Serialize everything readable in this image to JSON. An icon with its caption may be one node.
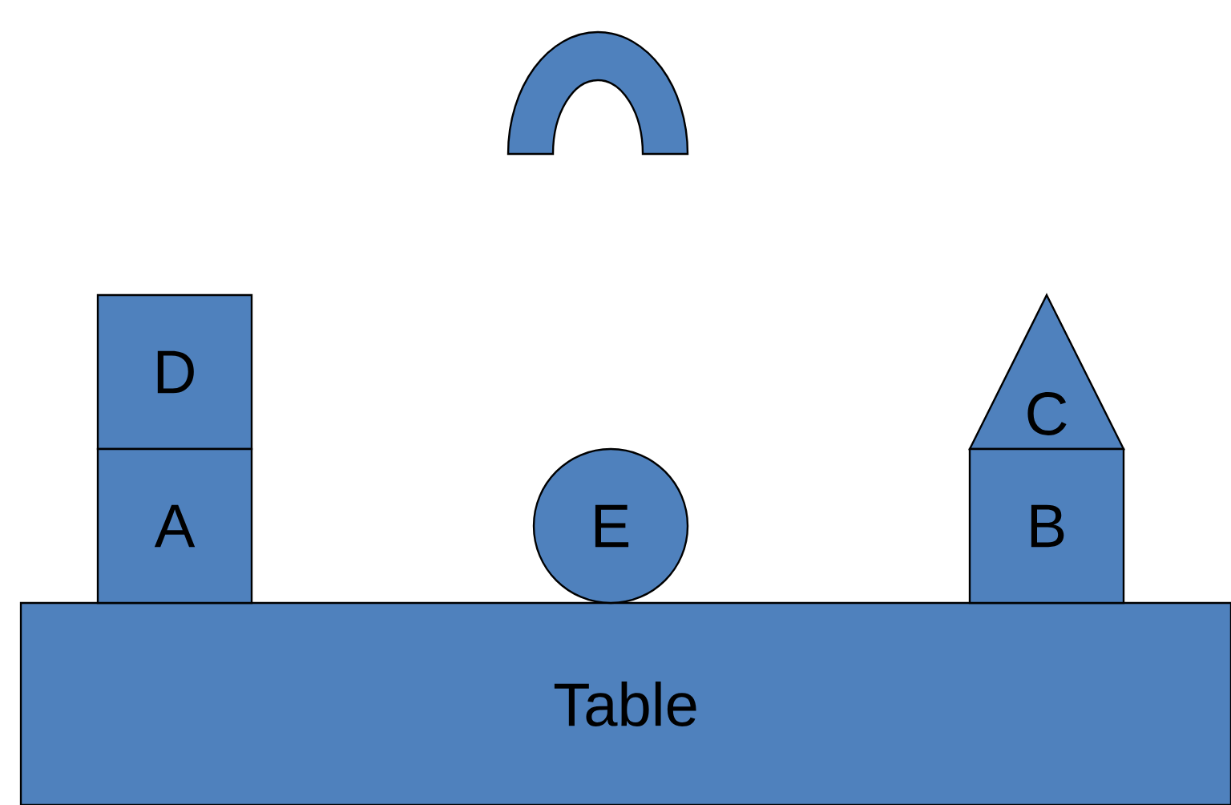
{
  "diagram": {
    "nodes": [
      {
        "text": [
          "Table"
        ]
      },
      {
        "text": [
          "D"
        ]
      },
      {
        "text": [
          "A"
        ]
      },
      {
        "text": [
          "E"
        ]
      },
      {
        "text": [
          "C"
        ]
      },
      {
        "text": [
          "B"
        ]
      },
      {
        "text": [],
        "shape": "arch"
      }
    ]
  }
}
